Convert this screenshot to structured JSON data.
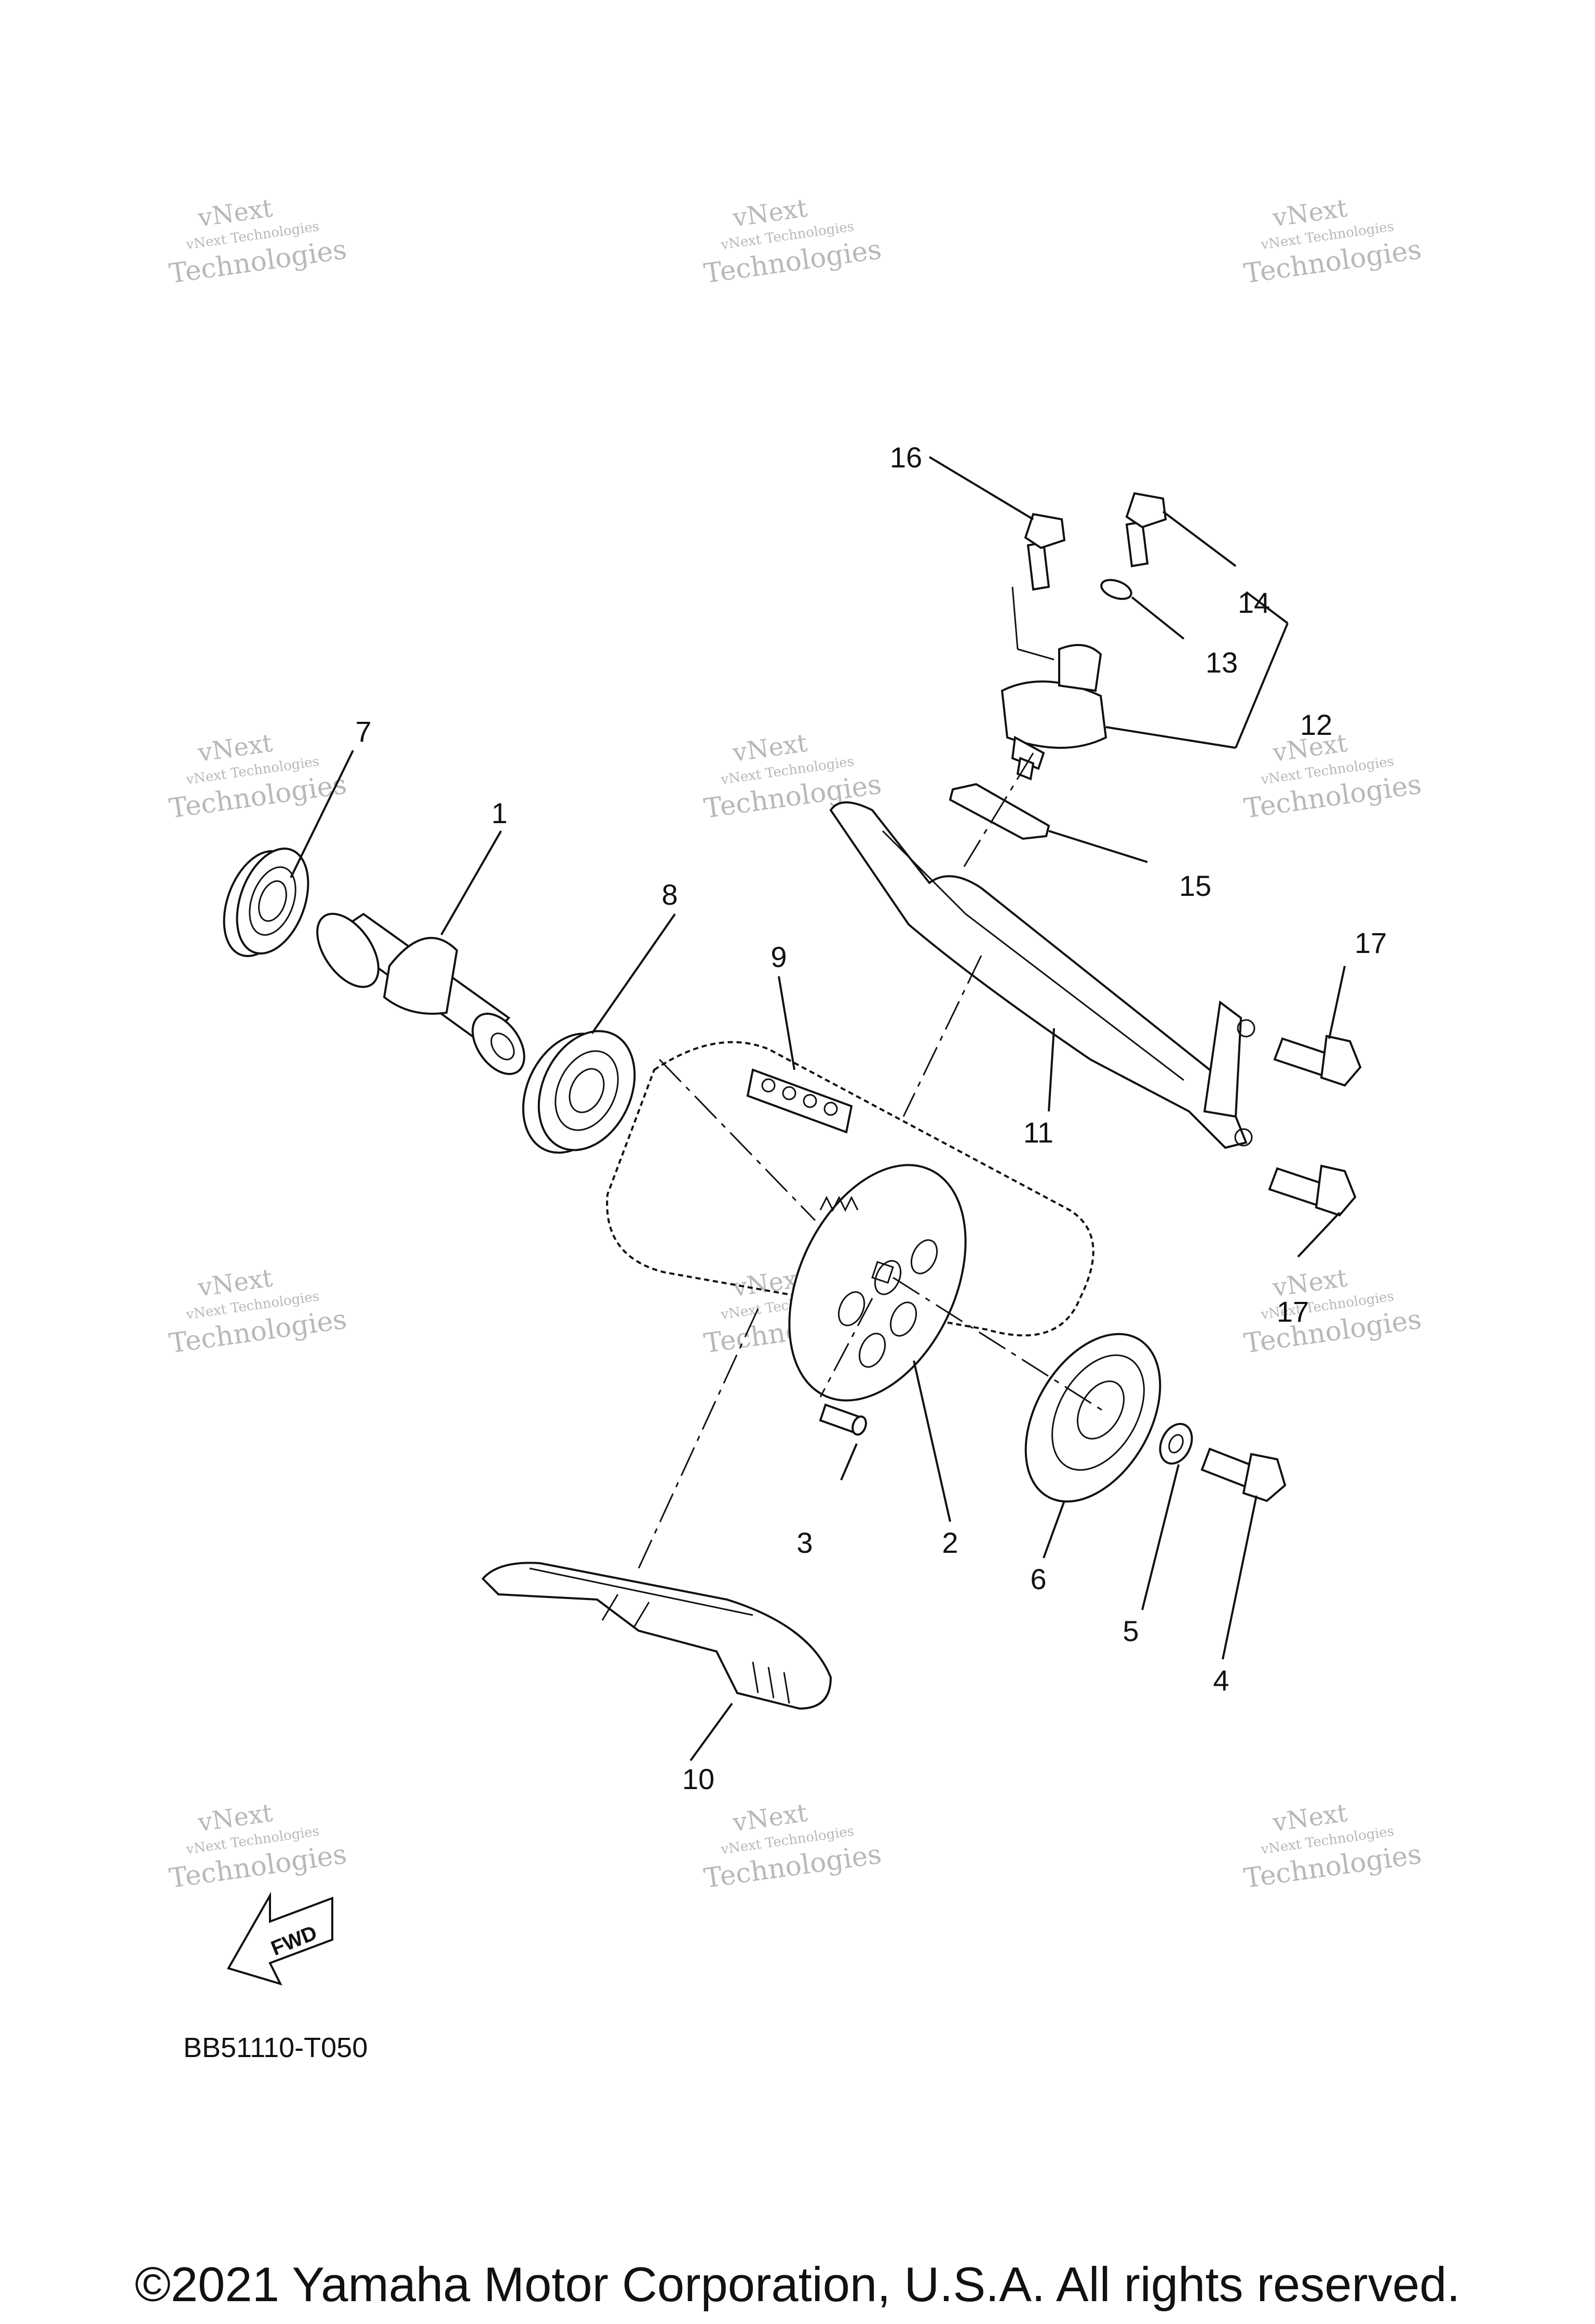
{
  "diagram": {
    "code": "BB51110-T050",
    "copyright": "©2021 Yamaha Motor Corporation, U.S.A. All rights reserved.",
    "fwd_label": "FWD",
    "watermark": {
      "line1": "vNext",
      "line2": "vNext Technologies",
      "line3": "Technologies"
    },
    "part_labels": [
      "1",
      "2",
      "3",
      "4",
      "5",
      "6",
      "7",
      "8",
      "9",
      "10",
      "11",
      "12",
      "13",
      "14",
      "15",
      "16",
      "17",
      "17"
    ]
  }
}
